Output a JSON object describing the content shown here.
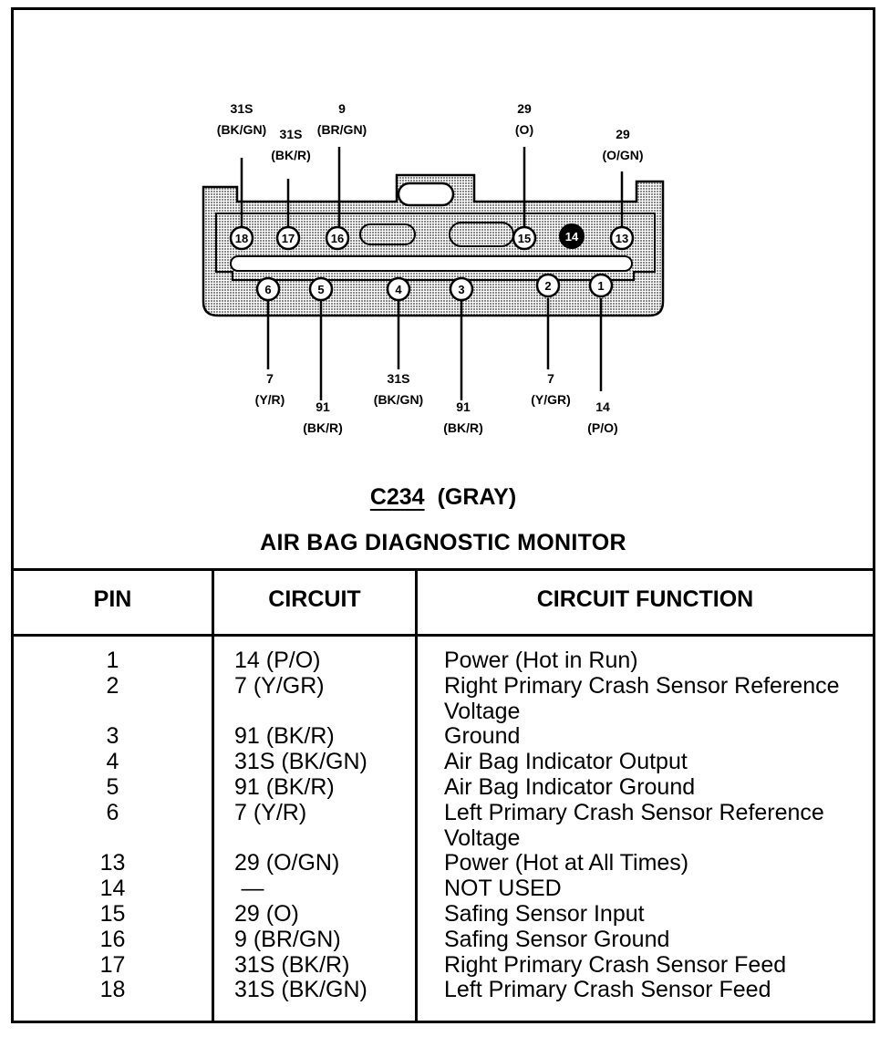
{
  "connector": {
    "id": "C234",
    "color_label": "(GRAY)"
  },
  "title": "AIR BAG DIAGNOSTIC MONITOR",
  "diagram": {
    "top_pins": [
      {
        "pin": "18",
        "circuit": "31S",
        "color": "(BK/GN)"
      },
      {
        "pin": "17",
        "circuit": "31S",
        "color": "(BK/R)"
      },
      {
        "pin": "16",
        "circuit": "9",
        "color": "(BR/GN)"
      },
      {
        "pin": "15",
        "circuit": "29",
        "color": "(O)"
      },
      {
        "pin": "14",
        "circuit": "",
        "color": ""
      },
      {
        "pin": "13",
        "circuit": "29",
        "color": "(O/GN)"
      }
    ],
    "bottom_pins": [
      {
        "pin": "6",
        "circuit": "7",
        "color": "(Y/R)"
      },
      {
        "pin": "5",
        "circuit": "91",
        "color": "(BK/R)"
      },
      {
        "pin": "4",
        "circuit": "31S",
        "color": "(BK/GN)"
      },
      {
        "pin": "3",
        "circuit": "91",
        "color": "(BK/R)"
      },
      {
        "pin": "2",
        "circuit": "7",
        "color": "(Y/GR)"
      },
      {
        "pin": "1",
        "circuit": "14",
        "color": "(P/O)"
      }
    ]
  },
  "table": {
    "headers": {
      "pin": "PIN",
      "circuit": "CIRCUIT",
      "function": "CIRCUIT FUNCTION"
    },
    "rows": [
      {
        "pin": "1",
        "circuit": "14 (P/O)",
        "function": "Power (Hot in Run)"
      },
      {
        "pin": "2",
        "circuit": "7 (Y/GR)",
        "function": "Right Primary Crash Sensor Reference",
        "function_cont": "Voltage"
      },
      {
        "pin": "3",
        "circuit": "91 (BK/R)",
        "function": "Ground"
      },
      {
        "pin": "4",
        "circuit": "31S (BK/GN)",
        "function": "Air Bag Indicator Output"
      },
      {
        "pin": "5",
        "circuit": "91 (BK/R)",
        "function": "Air Bag Indicator Ground"
      },
      {
        "pin": "6",
        "circuit": "7 (Y/R)",
        "function": "Left Primary Crash Sensor Reference",
        "function_cont": "Voltage"
      },
      {
        "pin": "13",
        "circuit": "29 (O/GN)",
        "function": "Power (Hot at All Times)"
      },
      {
        "pin": "14",
        "circuit": "—",
        "function": "NOT USED"
      },
      {
        "pin": "15",
        "circuit": "29 (O)",
        "function": "Safing Sensor Input"
      },
      {
        "pin": "16",
        "circuit": "9 (BR/GN)",
        "function": "Safing Sensor Ground"
      },
      {
        "pin": "17",
        "circuit": "31S (BK/R)",
        "function": "Right Primary Crash Sensor Feed"
      },
      {
        "pin": "18",
        "circuit": "31S (BK/GN)",
        "function": "Left Primary Crash Sensor Feed"
      }
    ]
  },
  "colors": {
    "connector_fill": "#c8c8c8",
    "ink": "#000000",
    "unused_pin": "#000000"
  }
}
